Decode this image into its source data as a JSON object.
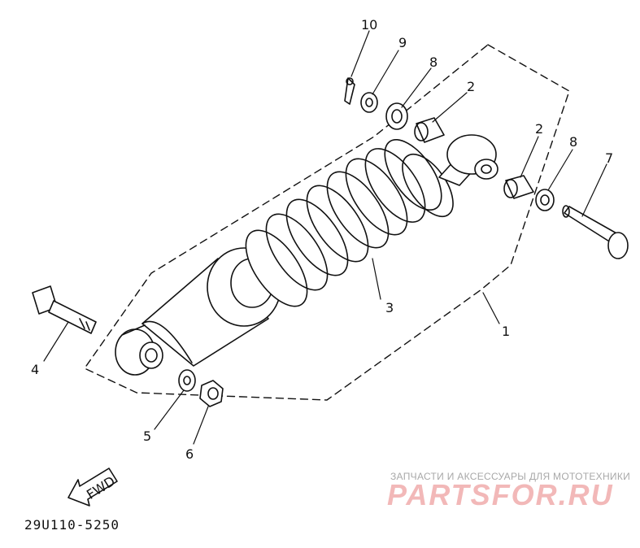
{
  "diagram": {
    "callouts": [
      {
        "id": "1",
        "label": "1"
      },
      {
        "id": "2a",
        "label": "2"
      },
      {
        "id": "2b",
        "label": "2"
      },
      {
        "id": "3",
        "label": "3"
      },
      {
        "id": "4",
        "label": "4"
      },
      {
        "id": "5",
        "label": "5"
      },
      {
        "id": "6",
        "label": "6"
      },
      {
        "id": "7",
        "label": "7"
      },
      {
        "id": "8a",
        "label": "8"
      },
      {
        "id": "8b",
        "label": "8"
      },
      {
        "id": "9",
        "label": "9"
      },
      {
        "id": "10",
        "label": "10"
      }
    ],
    "fwd_label": "FWD",
    "part_code": "29U110-5250"
  },
  "watermark": {
    "tagline": "ЗАПЧАСТИ И АКСЕССУАРЫ ДЛЯ МОТОТЕХНИКИ",
    "logo": "PARTSFOR.RU"
  }
}
